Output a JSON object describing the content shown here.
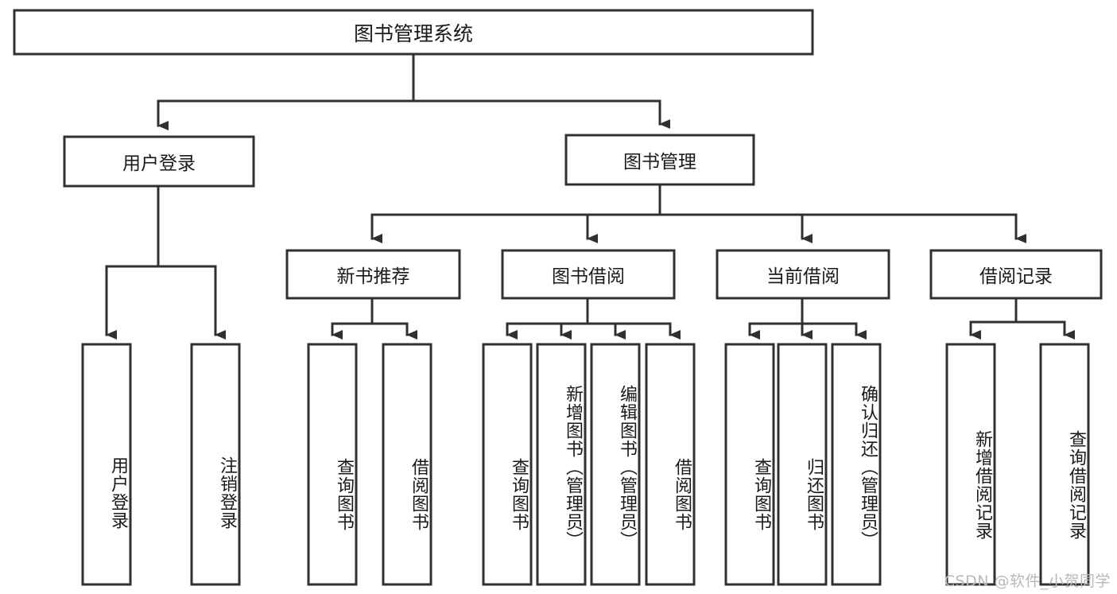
{
  "diagram": {
    "title": "图书管理系统",
    "watermark": "CSDN @软件_小贺同学",
    "levels": {
      "root": {
        "label": "图书管理系统"
      },
      "level2": [
        {
          "label": "用户登录"
        },
        {
          "label": "图书管理"
        }
      ],
      "level3": [
        {
          "label": "新书推荐"
        },
        {
          "label": "图书借阅"
        },
        {
          "label": "当前借阅"
        },
        {
          "label": "借阅记录"
        }
      ],
      "leaves": {
        "user_login": [
          {
            "label": "用户登录"
          },
          {
            "label": "注销登录"
          }
        ],
        "new_book_recommend": [
          {
            "label": "查询图书"
          },
          {
            "label": "借阅图书"
          }
        ],
        "book_borrow": [
          {
            "label": "查询图书"
          },
          {
            "label": "新增图书（管理员）"
          },
          {
            "label": "编辑图书（管理员）"
          },
          {
            "label": "借阅图书"
          }
        ],
        "current_borrow": [
          {
            "label": "查询图书"
          },
          {
            "label": "归还图书"
          },
          {
            "label": "确认归还（管理员）"
          }
        ],
        "borrow_record": [
          {
            "label": "新增借阅记录"
          },
          {
            "label": "查询借阅记录"
          }
        ]
      }
    },
    "colors": {
      "stroke": "#303030",
      "fill": "#ffffff",
      "text": "#1a1a1a",
      "watermark": "#b9b9b9"
    }
  }
}
